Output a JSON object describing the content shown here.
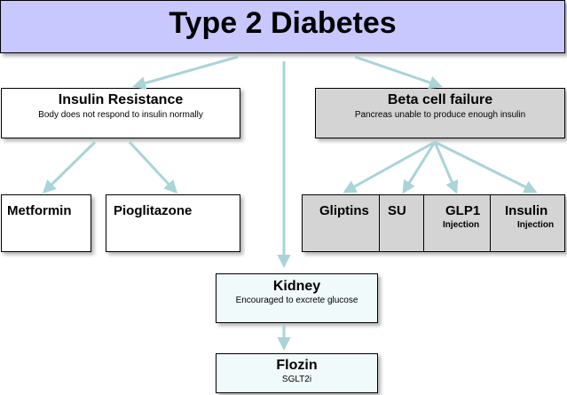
{
  "title": "Type 2 Diabetes",
  "insulin_resistance": {
    "title": "Insulin Resistance",
    "subtitle": "Body does not respond to insulin normally",
    "drugs": [
      "Metformin",
      "Pioglitazone"
    ]
  },
  "beta_cell": {
    "title": "Beta cell failure",
    "subtitle": "Pancreas unable to produce enough insulin",
    "drugs": [
      {
        "name": "Gliptins",
        "note": ""
      },
      {
        "name": "SU",
        "note": ""
      },
      {
        "name": "GLP1",
        "note": "Injection"
      },
      {
        "name": "Insulin",
        "note": "Injection"
      }
    ]
  },
  "kidney": {
    "title": "Kidney",
    "subtitle": "Encouraged to excrete glucose"
  },
  "flozin": {
    "title": "Flozin",
    "subtitle": "SGLT2i"
  },
  "colors": {
    "title_fill": "#c8c8ff",
    "beta_fill": "#d4d4d4",
    "kidney_fill": "#f0fafb",
    "arrow": "#a9d4d8"
  }
}
